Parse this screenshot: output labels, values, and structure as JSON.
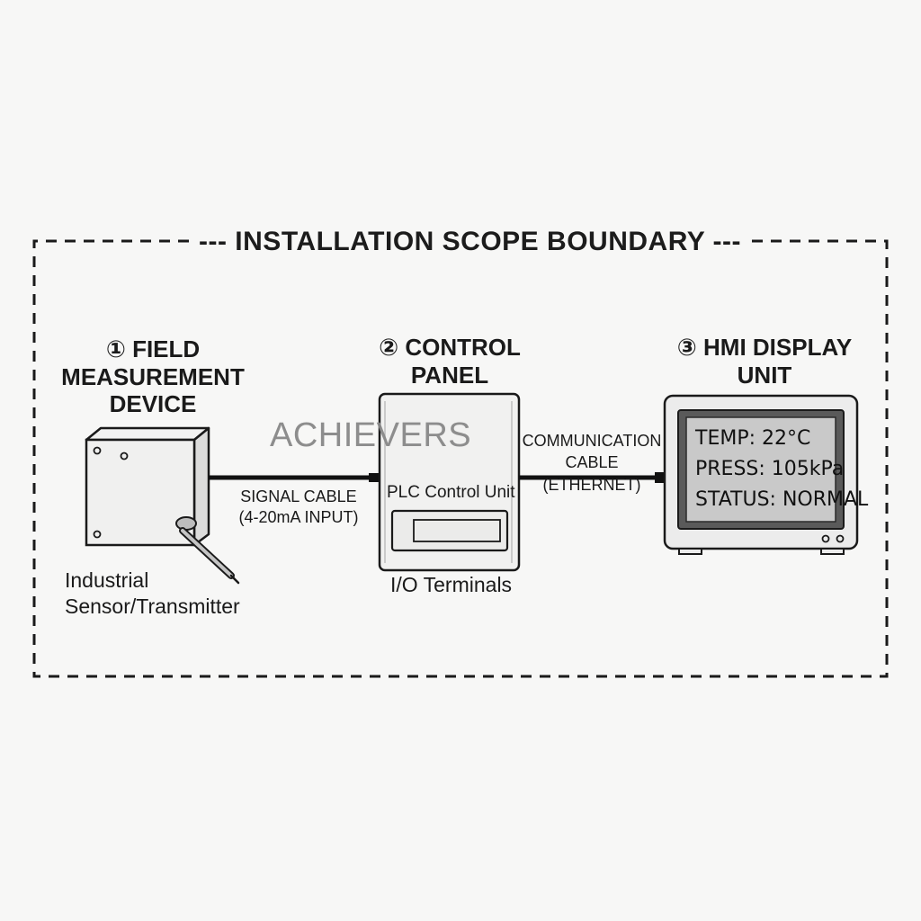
{
  "boundary": {
    "title": "--- INSTALLATION SCOPE BOUNDARY ---"
  },
  "devices": [
    {
      "title": "① FIELD\nMEASUREMENT\nDEVICE",
      "caption": "Industrial\nSensor/Transmitter"
    },
    {
      "title": "② CONTROL\nPANEL",
      "unit_label": "PLC Control Unit",
      "caption": "I/O Terminals"
    },
    {
      "title": "③ HMI DISPLAY\nUNIT",
      "screen_lines": [
        "TEMP:  22°C",
        "PRESS:  105kPa",
        "STATUS:  NORMAL"
      ]
    }
  ],
  "cables": [
    {
      "label": "SIGNAL CABLE\n(4-20mA INPUT)"
    },
    {
      "label": "COMMUNICATION\nCABLE\n(ETHERNET)"
    }
  ],
  "watermark": "ACHIEVERS",
  "colors": {
    "background": "#f7f7f6",
    "line": "#1a1a1a",
    "screen_fill": "#c9c9c9",
    "bezel_fill": "#ececec",
    "watermark": "#888888"
  }
}
